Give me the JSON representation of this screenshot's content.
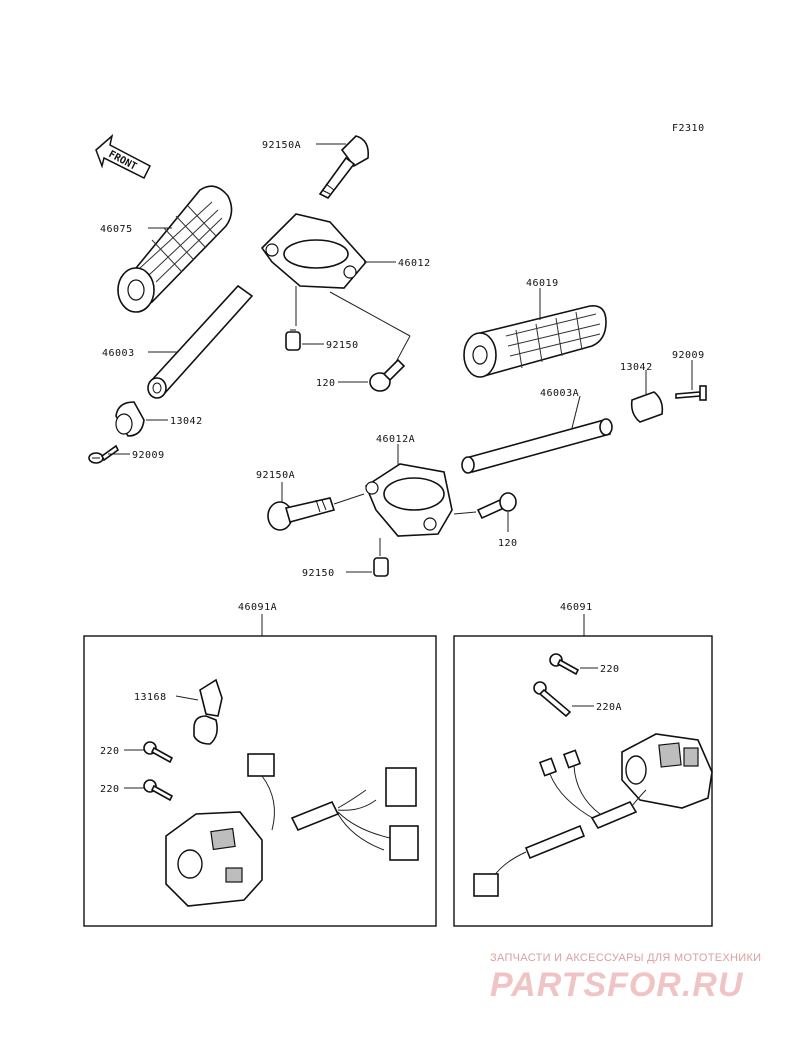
{
  "figure_code": "F2310",
  "front_arrow_text": "FRONT",
  "parts": {
    "p92150A_top": "92150A",
    "p46075": "46075",
    "p46012": "46012",
    "p46003": "46003",
    "p92150_top": "92150",
    "p120_top": "120",
    "p13042_left": "13042",
    "p92009_left": "92009",
    "p46019": "46019",
    "p13042_right": "13042",
    "p92009_right": "92009",
    "p46003A": "46003A",
    "p46012A": "46012A",
    "p92150A_mid": "92150A",
    "p120_mid": "120",
    "p92150_mid": "92150",
    "p46091A": "46091A",
    "p46091": "46091",
    "p13168": "13168",
    "p220_l1": "220",
    "p220_l2": "220",
    "p220_r1": "220",
    "p220A_r": "220A"
  },
  "watermark": {
    "tagline": "ЗАПЧАСТИ И АКСЕССУАРЫ ДЛЯ МОТОТЕХНИКИ",
    "logo": "PARTSFOR.RU"
  }
}
